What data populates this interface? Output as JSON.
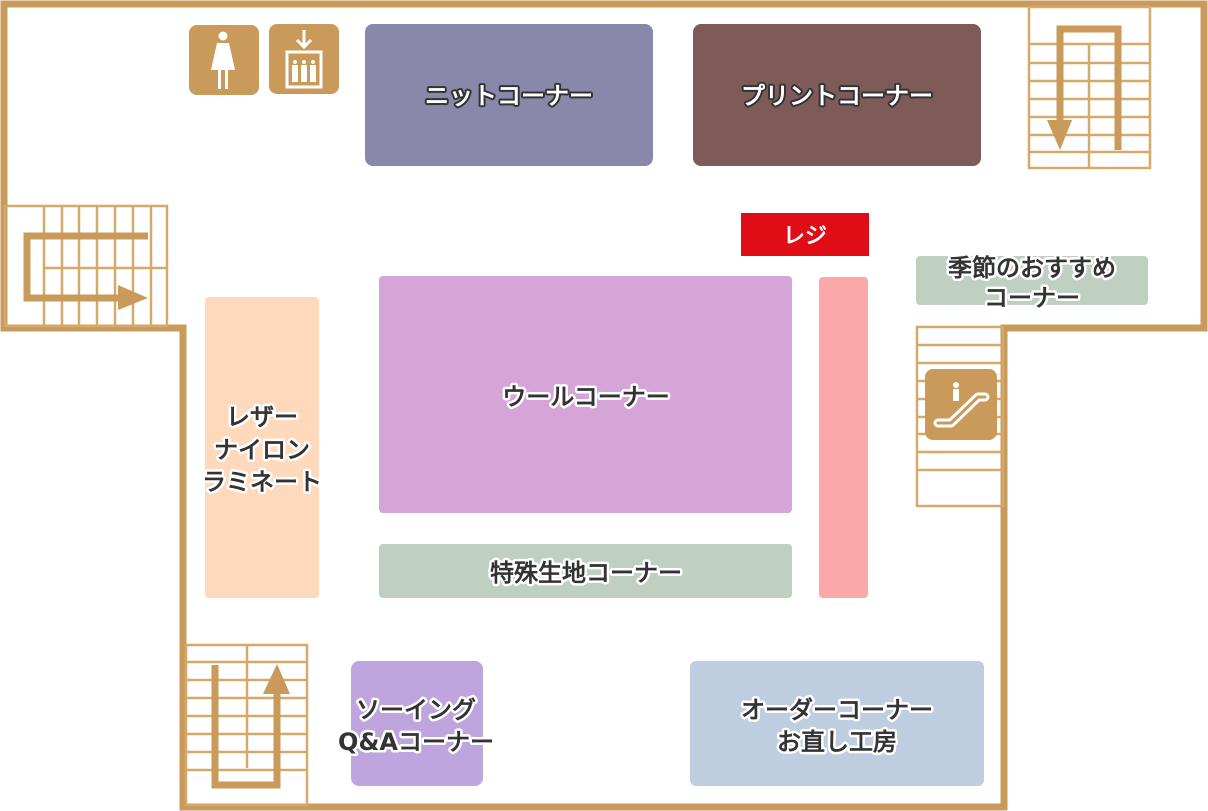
{
  "map": {
    "colors": {
      "wall": "#c99a5a",
      "knit": "#8a88aa",
      "print": "#7e5a58",
      "wool": "#d6a5d8",
      "leather": "#fed9bb",
      "special": "#bfcfc1",
      "seasonal": "#bfcfc1",
      "counter": "#fda8a8",
      "register": "#e00d16",
      "sewing": "#bfa5de",
      "order": "#bfcde0"
    },
    "icons": [
      "womens-restroom-icon",
      "elevator-icon",
      "escalator-icon",
      "stairs-down-icon",
      "stairs-up-icon"
    ],
    "areas": {
      "knit": "ニットコーナー",
      "print": "プリントコーナー",
      "register": "レジ",
      "seasonal": [
        "季節のおすすめ",
        "コーナー"
      ],
      "leather": [
        "レザー",
        "ナイロン",
        "ラミネート"
      ],
      "wool": "ウールコーナー",
      "special": "特殊生地コーナー",
      "sewing": [
        "ソーイング",
        "Q&Aコーナー"
      ],
      "order": [
        "オーダーコーナー",
        "お直し工房"
      ]
    }
  }
}
